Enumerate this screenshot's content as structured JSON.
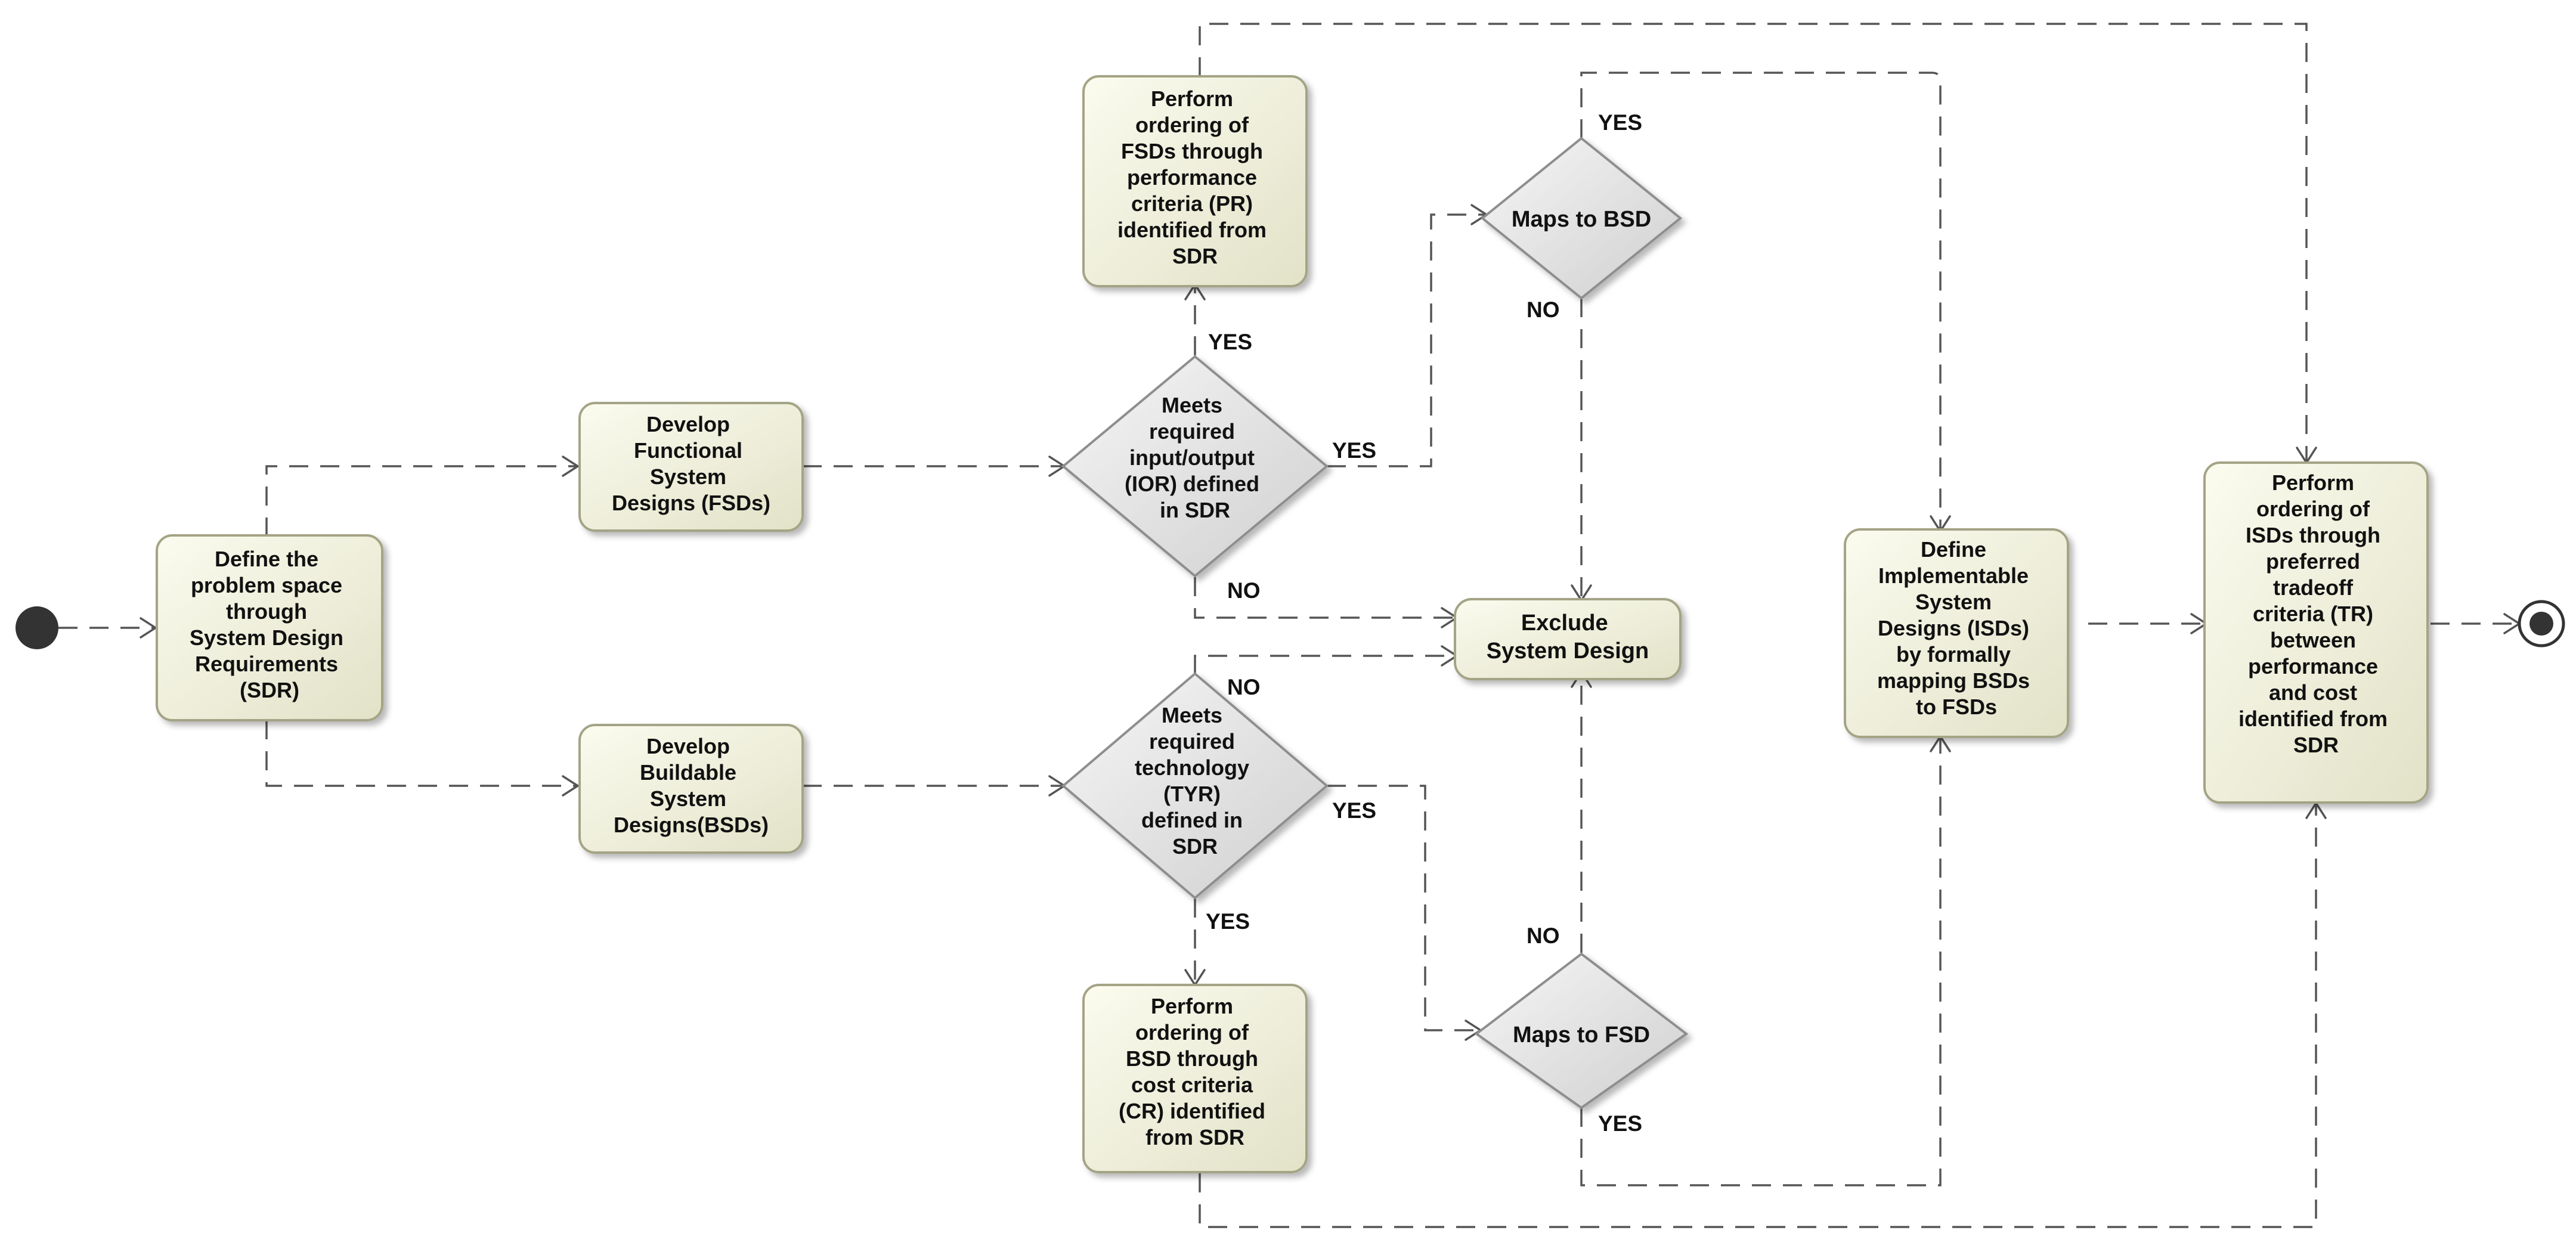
{
  "colors": {
    "node_fill_light": "#fbfbef",
    "node_fill_dark": "#e2e2c8",
    "node_border": "#a4a486",
    "diamond_fill_light": "#f6f6f6",
    "diamond_fill_dark": "#cfcfcf",
    "diamond_border": "#8e8e8e",
    "edge": "#555555",
    "text": "#111111"
  },
  "nodes": {
    "start": {
      "kind": "initial-node"
    },
    "define_problem": {
      "kind": "action",
      "lines": [
        "Define the",
        "problem space",
        "through",
        "System Design",
        "Requirements",
        "(SDR)"
      ]
    },
    "develop_fsd": {
      "kind": "action",
      "lines": [
        "Develop",
        "Functional",
        "System",
        "Designs (FSDs)"
      ]
    },
    "develop_bsd": {
      "kind": "action",
      "lines": [
        "Develop",
        "Buildable",
        "System",
        "Designs(BSDs)"
      ]
    },
    "meets_ior": {
      "kind": "decision",
      "lines": [
        "Meets",
        "required",
        "input/output",
        "(IOR) defined",
        "in SDR"
      ]
    },
    "meets_tyr": {
      "kind": "decision",
      "lines": [
        "Meets",
        "required",
        "technology",
        "(TYR)",
        "defined in",
        "SDR"
      ]
    },
    "order_fsd": {
      "kind": "action",
      "lines": [
        "Perform",
        "ordering of",
        "FSDs through",
        "performance",
        "criteria (PR)",
        "identified from",
        "SDR"
      ]
    },
    "order_bsd": {
      "kind": "action",
      "lines": [
        "Perform",
        "ordering of",
        "BSD through",
        "cost criteria",
        "(CR) identified",
        "from SDR"
      ]
    },
    "maps_bsd": {
      "kind": "decision",
      "lines": [
        "Maps to BSD"
      ]
    },
    "maps_fsd": {
      "kind": "decision",
      "lines": [
        "Maps to FSD"
      ]
    },
    "exclude": {
      "kind": "action",
      "lines": [
        "Exclude",
        "System Design"
      ]
    },
    "define_isd": {
      "kind": "action",
      "lines": [
        "Define",
        "Implementable",
        "System",
        "Designs (ISDs)",
        "by formally",
        "mapping BSDs",
        "to FSDs"
      ]
    },
    "order_isd": {
      "kind": "action",
      "lines": [
        "Perform",
        "ordering of",
        "ISDs through",
        "preferred",
        "tradeoff",
        "criteria (TR)",
        "between",
        "performance",
        "and cost",
        "identified from",
        "SDR"
      ]
    },
    "end": {
      "kind": "final-node"
    }
  },
  "edge_labels": {
    "ior_yes_up": "YES",
    "ior_yes_right": "YES",
    "ior_no": "NO",
    "tyr_no": "NO",
    "tyr_yes_right": "YES",
    "tyr_yes_down": "YES",
    "maps_bsd_yes": "YES",
    "maps_bsd_no": "NO",
    "maps_fsd_no": "NO",
    "maps_fsd_yes": "YES"
  }
}
